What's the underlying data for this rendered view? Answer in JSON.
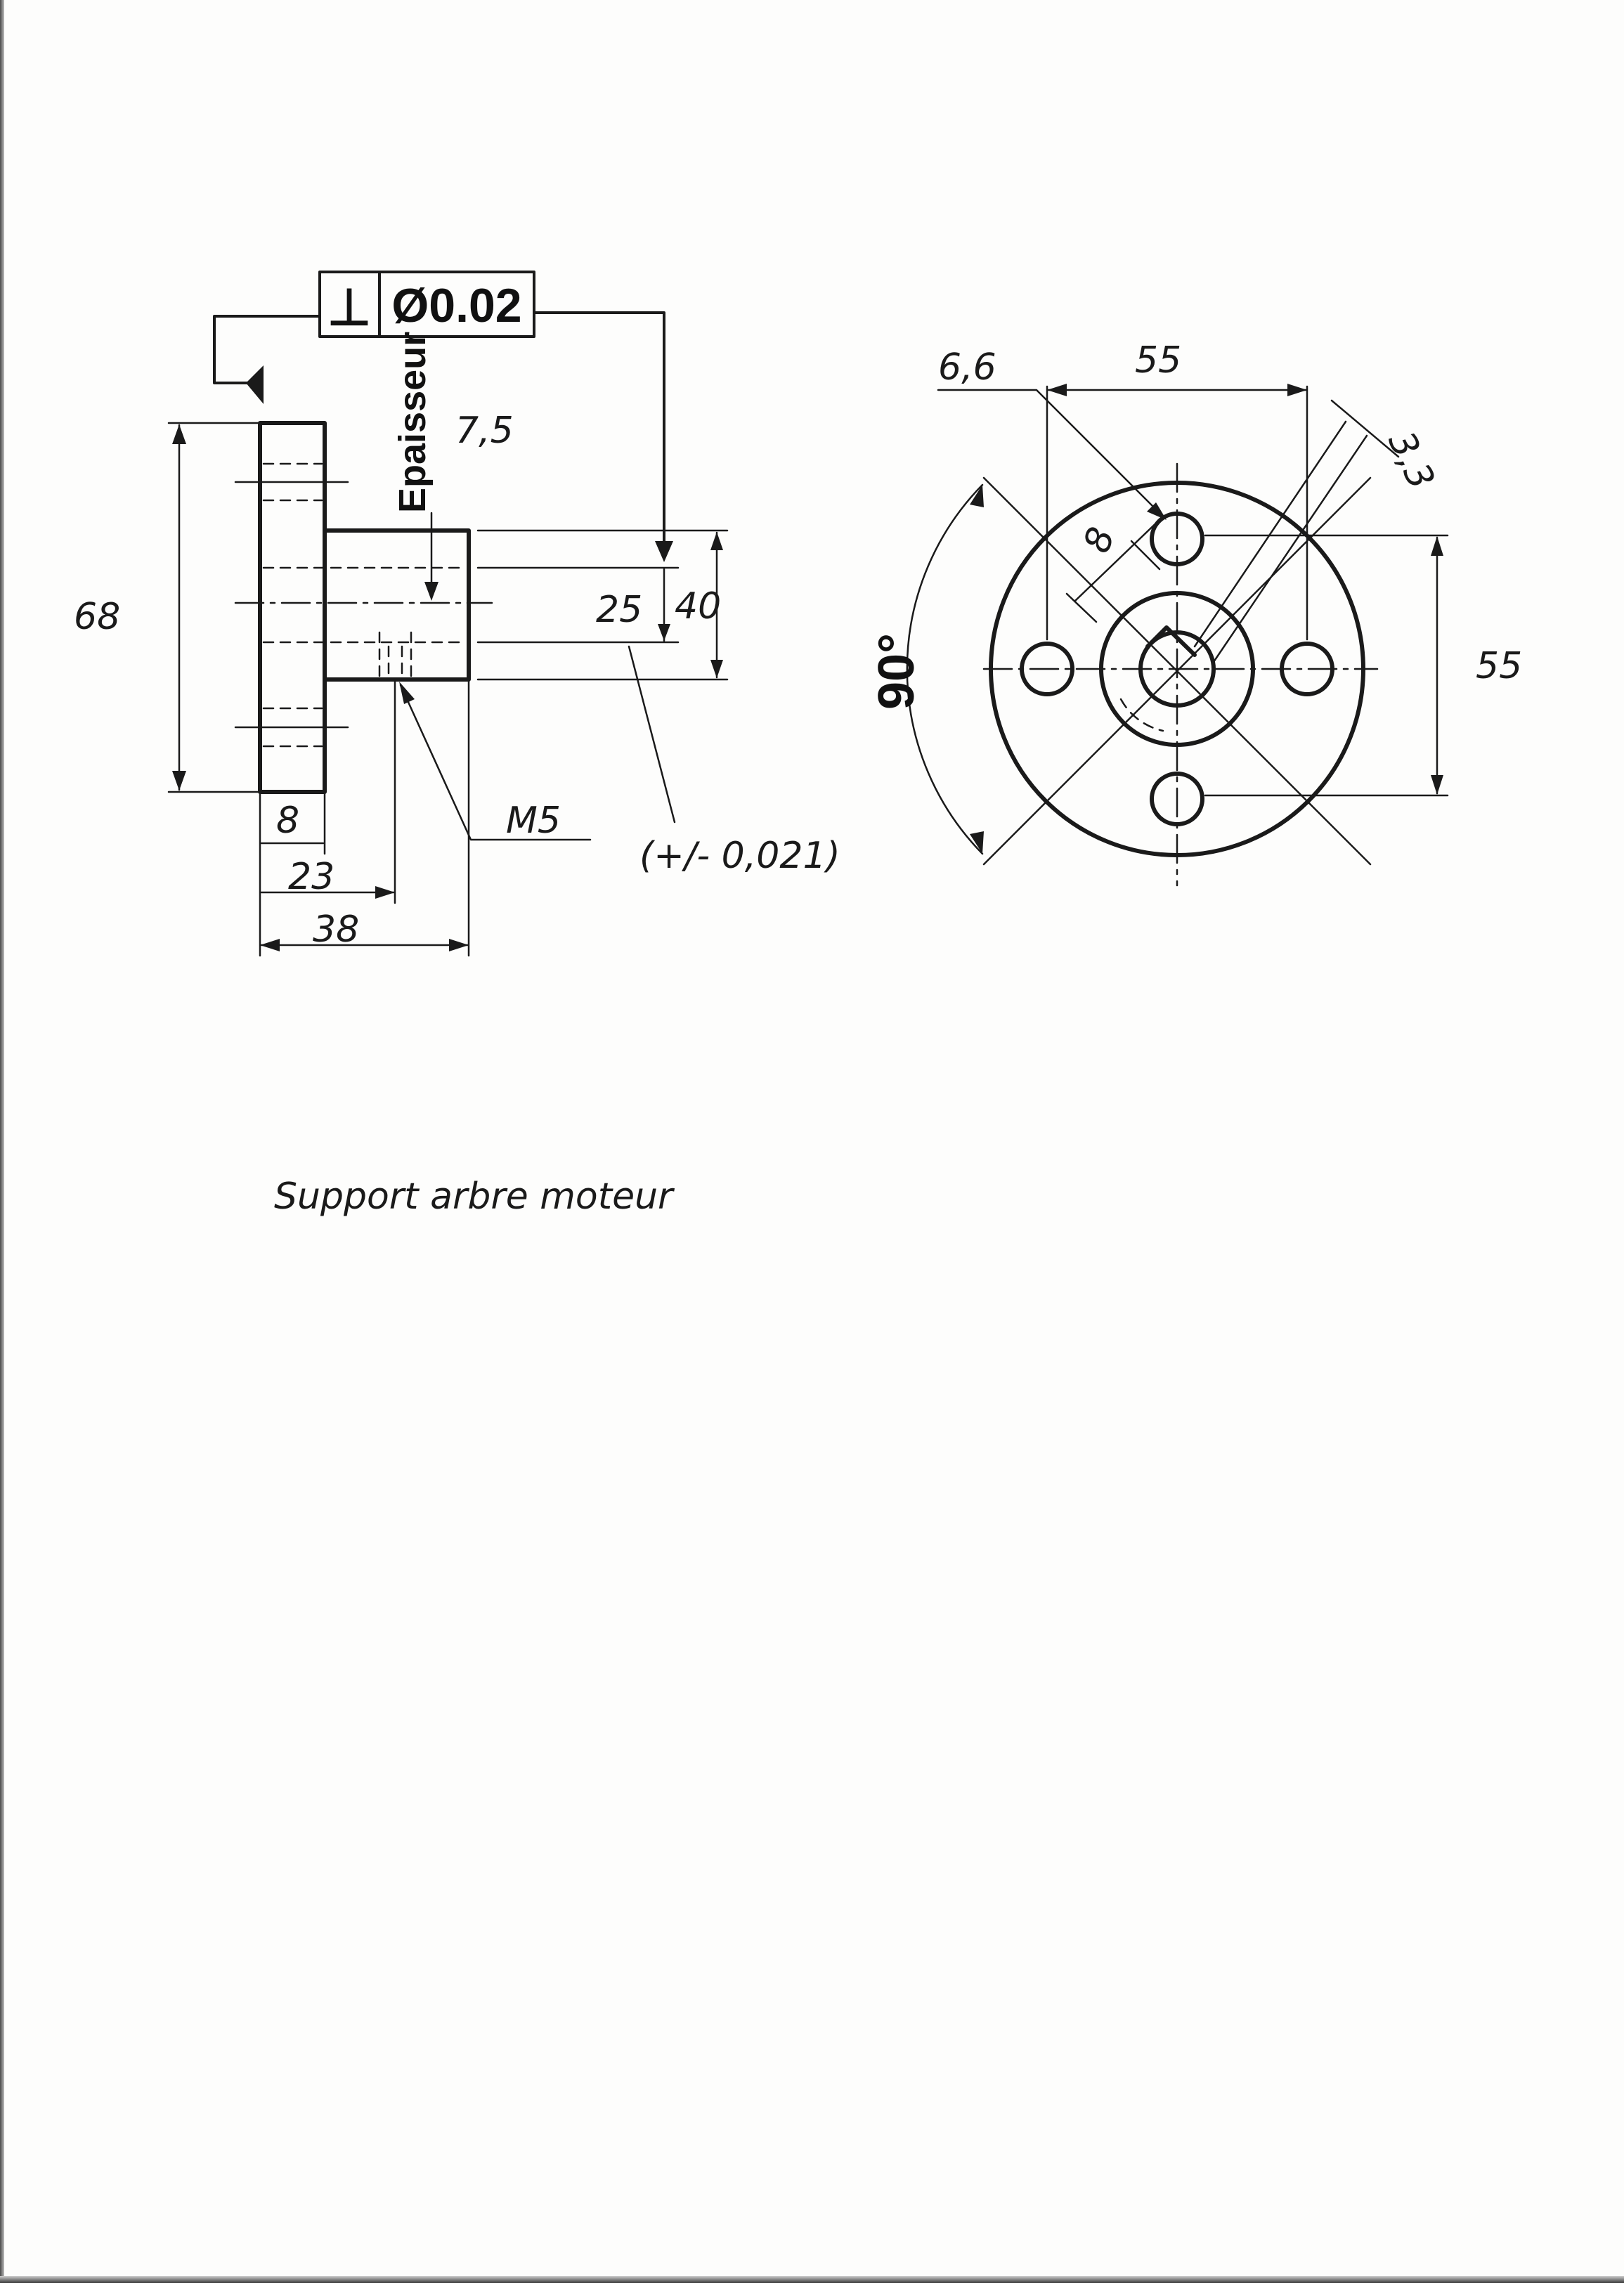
{
  "tolerance_frame": {
    "symbol": "⊥",
    "value": "Ø0.02"
  },
  "side_view": {
    "thickness_label": "Epaisseur",
    "thickness_value": "7,5",
    "dim_flange_height": "68",
    "dim_flange_width": "8",
    "dim_thread_position": "23",
    "dim_total_length": "38",
    "dim_bore": "25",
    "dim_hub_diameter": "40",
    "thread_label": "M5",
    "bore_tolerance": "(+/- 0,021)"
  },
  "front_view": {
    "dim_hole_diameter": "6,6",
    "dim_horizontal_spacing": "55",
    "dim_vertical_spacing": "55",
    "dim_keyway_width": "3,3",
    "dim_keyway_depth": "8",
    "dim_angle": "90°"
  },
  "caption": "Support arbre moteur"
}
